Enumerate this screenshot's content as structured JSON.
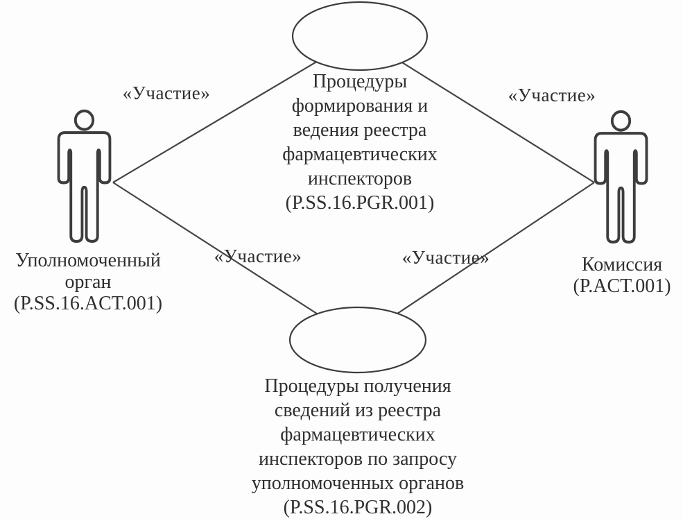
{
  "actors": {
    "left": {
      "id": "actor-left",
      "label_lines": [
        "Уполномоченный",
        "орган",
        "(P.SS.16.ACT.001)"
      ]
    },
    "right": {
      "id": "actor-right",
      "label_lines": [
        "Комиссия",
        "(P.ACT.001)"
      ]
    }
  },
  "use_cases": {
    "top": {
      "id": "usecase-top",
      "label_lines": [
        "Процедуры",
        "формирования и",
        "ведения реестра",
        "фармацевтических",
        "инспекторов",
        "(P.SS.16.PGR.001)"
      ]
    },
    "bottom": {
      "id": "usecase-bottom",
      "label_lines": [
        "Процедуры получения",
        "сведений из реестра",
        "фармацевтических",
        "инспекторов по запросу",
        "уполномоченных органов",
        "(P.SS.16.PGR.002)"
      ]
    }
  },
  "edges": [
    {
      "from": "actor-left",
      "to": "usecase-top",
      "label": "«Участие»"
    },
    {
      "from": "actor-right",
      "to": "usecase-top",
      "label": "«Участие»"
    },
    {
      "from": "actor-left",
      "to": "usecase-bottom",
      "label": "«Участие»"
    },
    {
      "from": "actor-right",
      "to": "usecase-bottom",
      "label": "«Участие»"
    }
  ],
  "colors": {
    "ink": "#3d3d3d",
    "line": "#454545",
    "background": "#fdfdfd"
  }
}
